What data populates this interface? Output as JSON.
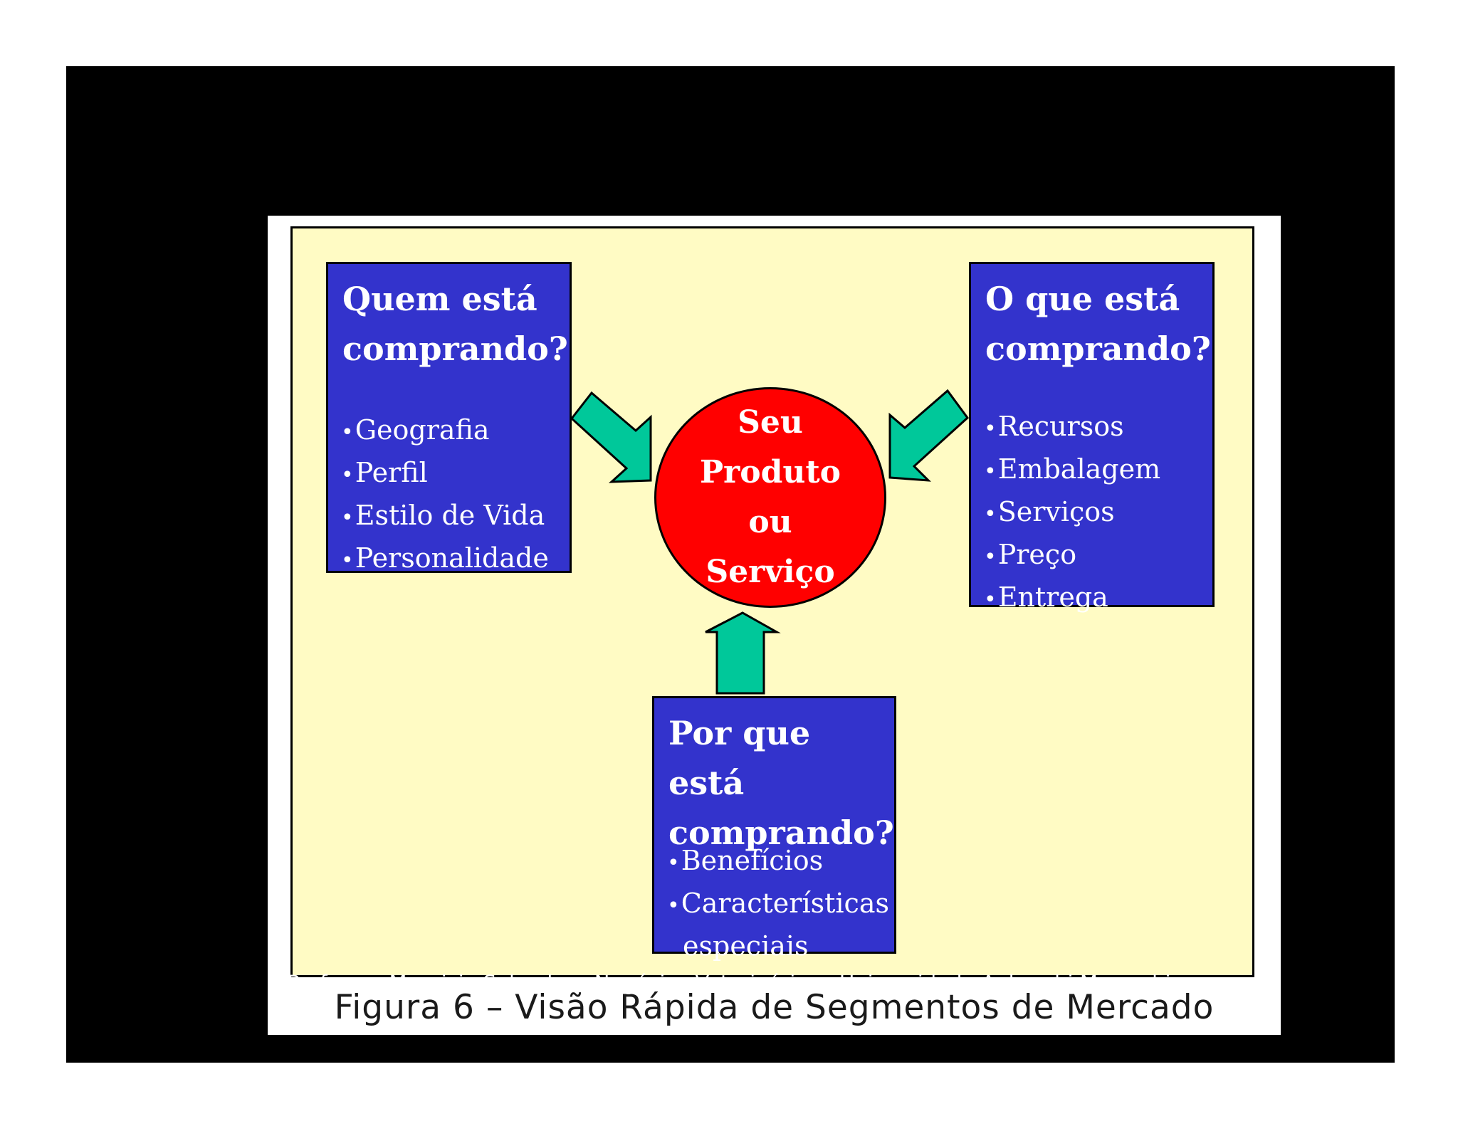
{
  "diagram": {
    "who_box": {
      "title_line1": "Quem está",
      "title_line2": "comprando?",
      "items": [
        "Geografia",
        "Perfil",
        "Estilo de Vida",
        "Personalidade"
      ]
    },
    "what_box": {
      "title_line1": "O que está",
      "title_line2": "comprando?",
      "items": [
        "Recursos",
        "Embalagem",
        "Serviços",
        "Preço",
        "Entrega"
      ]
    },
    "why_box": {
      "title_line1": "Por que está",
      "title_line2": "comprando?",
      "items": [
        "Benefícios",
        "Características",
        "especiais"
      ]
    },
    "center": {
      "line1": "Seu",
      "line2": "Produto",
      "line3": "ou",
      "line4": "Serviço"
    },
    "colors": {
      "box": "#3333cc",
      "circle": "#ff0000",
      "arrow": "#00c89a",
      "background": "#fffbc4"
    }
  },
  "caption": "Figura 6 – Visão Rápida de Segmentos de Mercado",
  "footer": "Professor Mauricio Salvador - Negócios Veterinários - Universidade Anhembi Morumbi"
}
